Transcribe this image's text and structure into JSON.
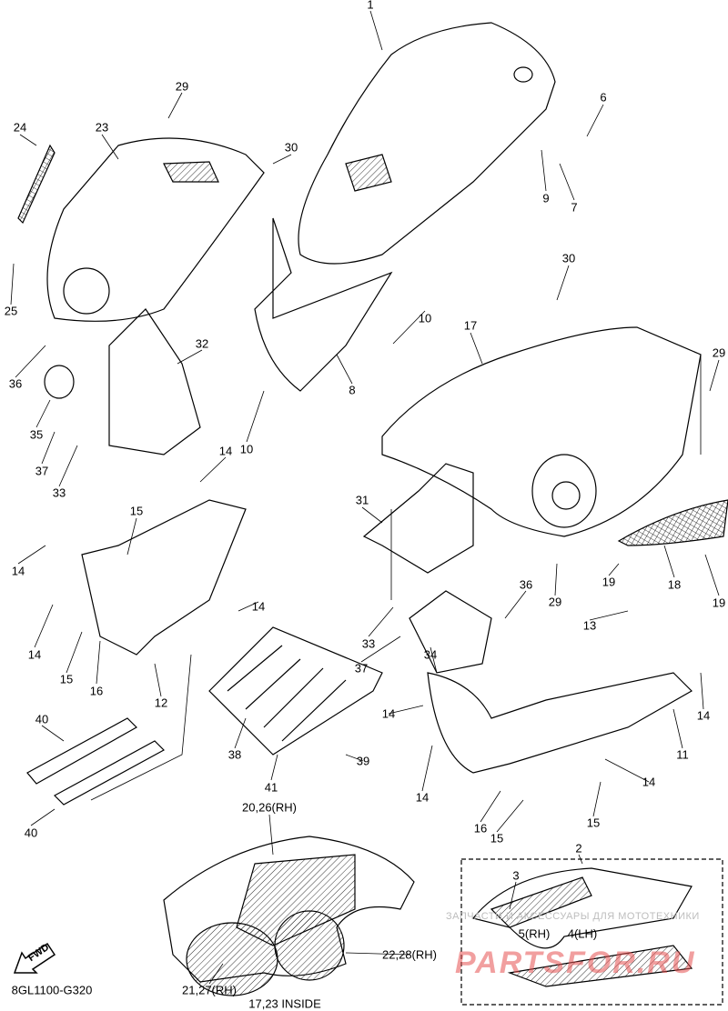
{
  "diagram_code": "8GL1100-G320",
  "fwd_label": "FWD",
  "watermark": {
    "line1": "ЗАПЧАСТИ И АКСЕССУАРЫ ДЛЯ МОТОТЕХНИКИ",
    "line2": "PARTSFOR.RU"
  },
  "callouts": [
    "1",
    "29",
    "6",
    "24",
    "23",
    "30",
    "9",
    "7",
    "25",
    "30",
    "10",
    "17",
    "29",
    "36",
    "32",
    "35",
    "37",
    "8",
    "10",
    "33",
    "14",
    "31",
    "15",
    "14",
    "18",
    "19",
    "19",
    "29",
    "14",
    "36",
    "13",
    "33",
    "37",
    "34",
    "14",
    "15",
    "16",
    "12",
    "14",
    "14",
    "11",
    "40",
    "38",
    "39",
    "14",
    "14",
    "41",
    "40",
    "16",
    "15",
    "15",
    "20,26(RH)",
    "2",
    "3",
    "5(RH)",
    "4(LH)",
    "22,28(RH)",
    "21,27(RH)",
    "17,23 INSIDE"
  ]
}
